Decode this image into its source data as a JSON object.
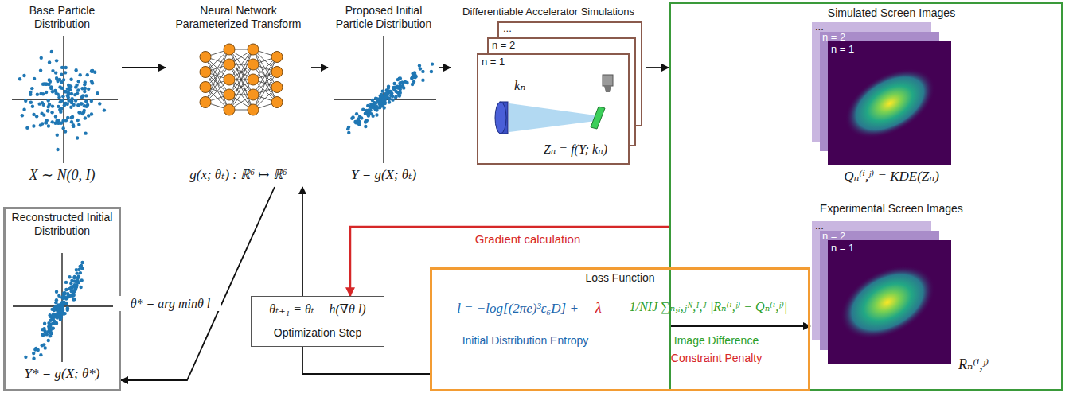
{
  "diagram": {
    "nodes": [
      {
        "text": [
          "Base Particle Distribution",
          "X ∼ N(0, I)"
        ]
      },
      {
        "text": [
          "Neural Network Parameterized Transform",
          "g(x; θₜ) : ℝ⁶ ↦ ℝ⁶"
        ]
      },
      {
        "text": [
          "Proposed Initial Particle Distribution",
          "Y = g(X; θₜ)"
        ]
      },
      {
        "text": [
          "Differentiable Accelerator Simulations",
          "...",
          "n = 2",
          "n = 1",
          "kₙ",
          "Zₙ = f(Y; kₙ)"
        ]
      },
      {
        "text": [
          "Simulated Screen Images",
          "...",
          "n = 2",
          "n = 1",
          "Qₙ⁽ⁱ,ʲ⁾ = KDE(Zₙ)",
          "Experimental Screen Images",
          "...",
          "n = 2",
          "n = 1",
          "Rₙ⁽ⁱ,ʲ⁾"
        ]
      },
      {
        "text": [
          "Loss Function",
          "l = −log[(2πe)³ε₆D] +",
          "λ",
          "1/NIJ ∑ₙ,ᵢ,ⱼᴺ,ᴵ,ᴶ |Rₙ⁽ⁱ,ʲ⁾ − Qₙ⁽ⁱ,ʲ⁾|",
          "Initial Distribution Entropy",
          "Image Difference",
          "Constraint Penalty"
        ]
      },
      {
        "text": [
          "θₜ₊₁ = θₜ − h(∇θ l)",
          "Optimization Step"
        ]
      },
      {
        "text": [
          "Reconstructed Initial Distribution",
          "Y* = g(X; θ*)"
        ]
      }
    ],
    "edges": [
      {
        "from": 0,
        "to": 1,
        "arrow": "to"
      },
      {
        "from": 1,
        "to": 2,
        "arrow": "to"
      },
      {
        "from": 2,
        "to": 3,
        "arrow": "to"
      },
      {
        "from": 3,
        "to": 4,
        "arrow": "to"
      },
      {
        "from": 4,
        "to": 5,
        "arrow": "to"
      },
      {
        "from": 5,
        "to": 6,
        "arrow": "none"
      },
      {
        "from": 6,
        "to": 1,
        "arrow": "to"
      },
      {
        "from": 4,
        "to": 6,
        "label": "Gradient calculation",
        "arrow": "to"
      },
      {
        "from": 1,
        "to": 7,
        "label": "θ* = arg minθ l",
        "arrow": "to"
      }
    ]
  }
}
